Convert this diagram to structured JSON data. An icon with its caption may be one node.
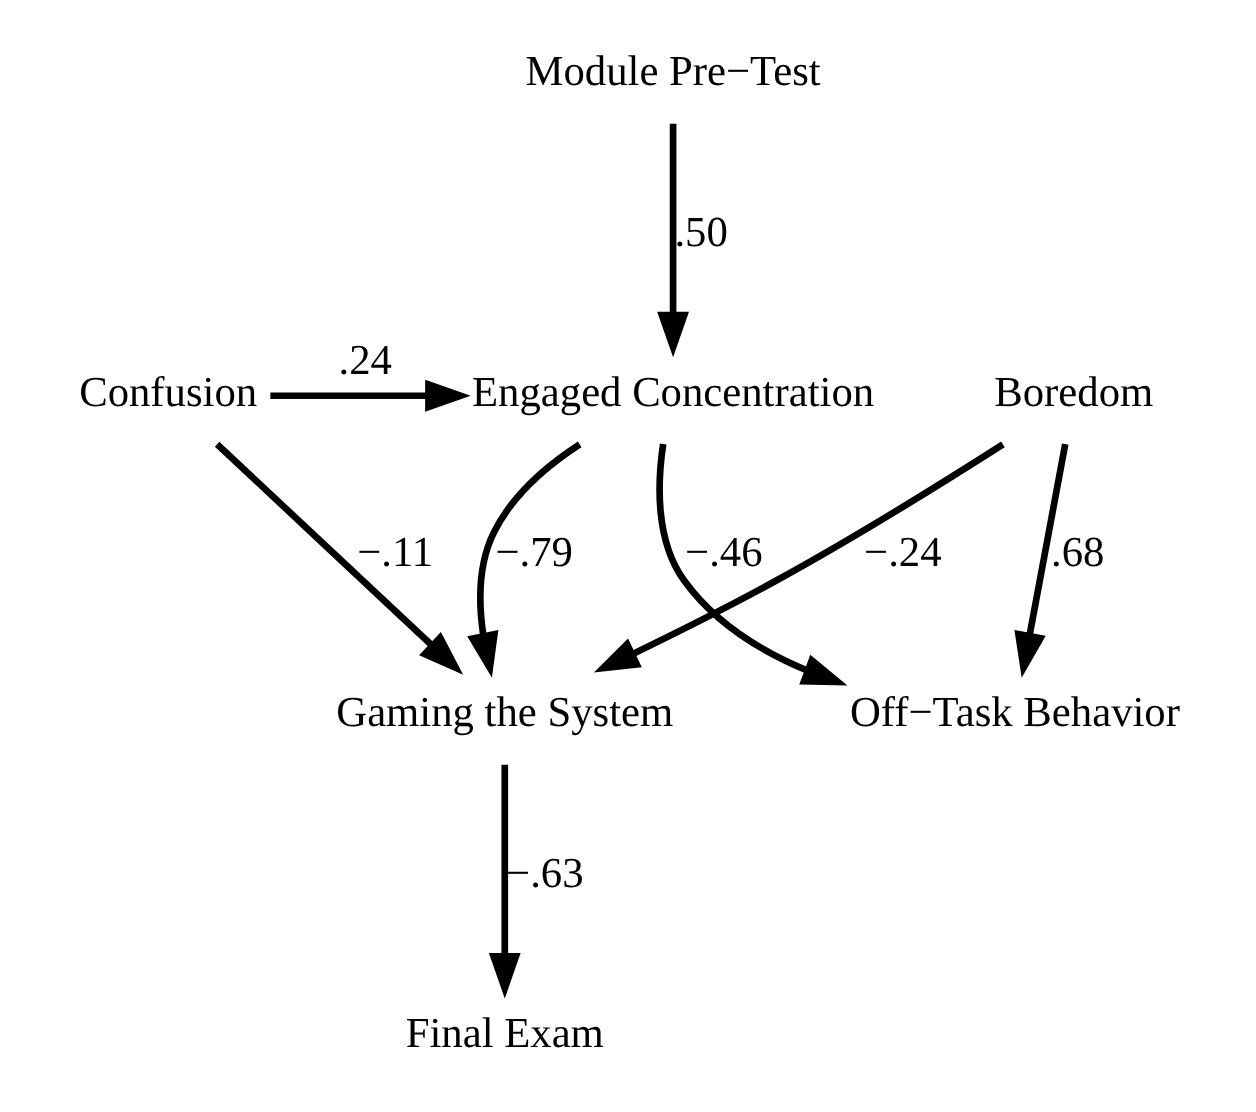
{
  "diagram": {
    "nodes": [
      {
        "text": [
          "Module Pre−Test"
        ]
      },
      {
        "text": [
          "Confusion"
        ]
      },
      {
        "text": [
          "Engaged Concentration"
        ]
      },
      {
        "text": [
          "Boredom"
        ]
      },
      {
        "text": [
          "Off−Task Behavior"
        ]
      },
      {
        "text": [
          "Gaming the System"
        ]
      },
      {
        "text": [
          "Final Exam"
        ]
      }
    ],
    "edges": [
      {
        "from": 0,
        "to": 2,
        "arrow": "to",
        "label": ".50"
      },
      {
        "from": 1,
        "to": 2,
        "arrow": "to",
        "label": ".24"
      },
      {
        "from": 1,
        "to": 5,
        "arrow": "to",
        "label": "−.11"
      },
      {
        "from": 2,
        "to": 5,
        "arrow": "to",
        "label": "−.79"
      },
      {
        "from": 2,
        "to": 4,
        "arrow": "to",
        "label": "−.46"
      },
      {
        "from": 3,
        "to": 5,
        "arrow": "to",
        "label": "−.24"
      },
      {
        "from": 3,
        "to": 4,
        "arrow": "to",
        "label": ".68"
      },
      {
        "from": 5,
        "to": 6,
        "arrow": "to",
        "label": "−.63"
      }
    ]
  }
}
